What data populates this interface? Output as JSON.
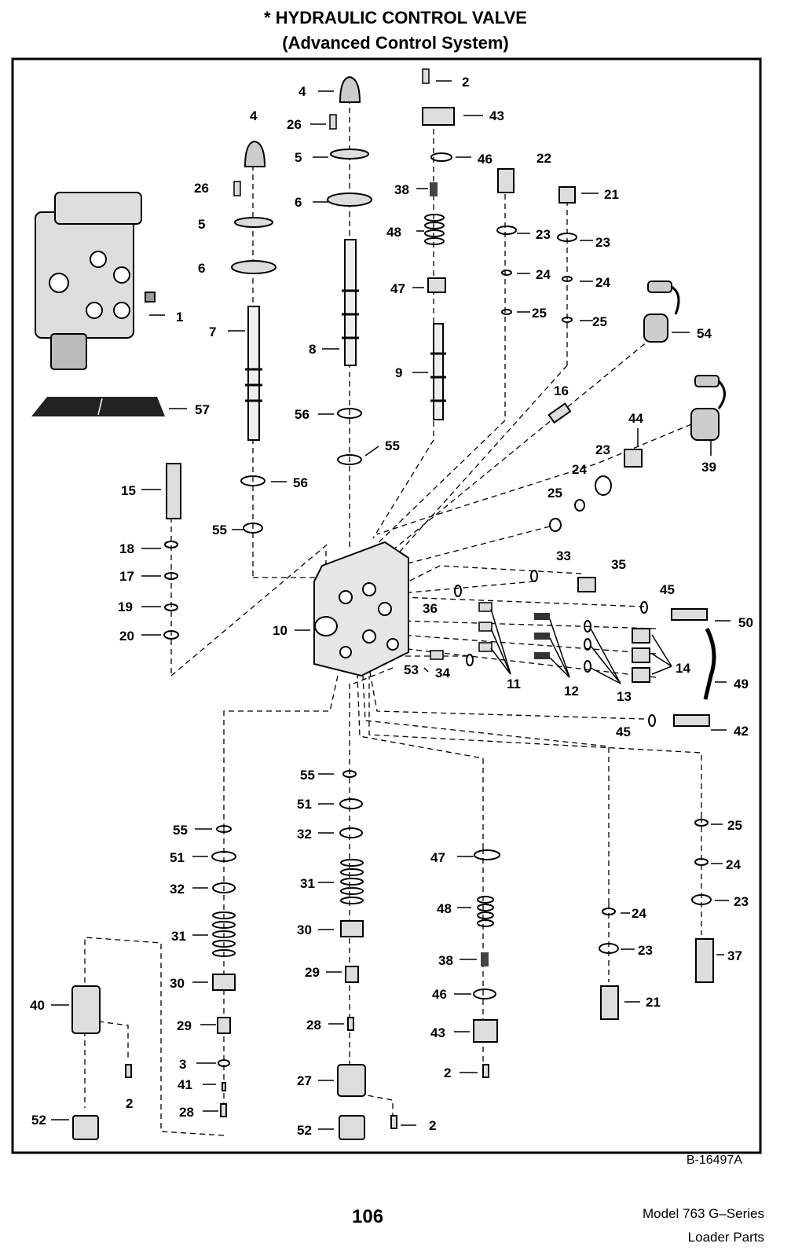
{
  "title": "* HYDRAULIC CONTROL VALVE",
  "subtitle": "(Advanced Control System)",
  "figure_ref": "B-16497A",
  "page_number": "106",
  "footer_line1": "Model 763 G–Series",
  "footer_line2": "Loader Parts",
  "callouts": [
    {
      "id": "c2a",
      "text": "2"
    },
    {
      "id": "c43a",
      "text": "43"
    },
    {
      "id": "c4a",
      "text": "4"
    },
    {
      "id": "c4b",
      "text": "4"
    },
    {
      "id": "c26a",
      "text": "26"
    },
    {
      "id": "c26b",
      "text": "26"
    },
    {
      "id": "c5a",
      "text": "5"
    },
    {
      "id": "c5b",
      "text": "5"
    },
    {
      "id": "c46a",
      "text": "46"
    },
    {
      "id": "c22",
      "text": "22"
    },
    {
      "id": "c21a",
      "text": "21"
    },
    {
      "id": "c38a",
      "text": "38"
    },
    {
      "id": "c6a",
      "text": "6"
    },
    {
      "id": "c6b",
      "text": "6"
    },
    {
      "id": "c48a",
      "text": "48"
    },
    {
      "id": "c23a",
      "text": "23"
    },
    {
      "id": "c23b",
      "text": "23"
    },
    {
      "id": "c24a",
      "text": "24"
    },
    {
      "id": "c24b",
      "text": "24"
    },
    {
      "id": "c47a",
      "text": "47"
    },
    {
      "id": "c25a",
      "text": "25"
    },
    {
      "id": "c25b",
      "text": "25"
    },
    {
      "id": "c1",
      "text": "1"
    },
    {
      "id": "c7",
      "text": "7"
    },
    {
      "id": "c8",
      "text": "8"
    },
    {
      "id": "c9",
      "text": "9"
    },
    {
      "id": "c54",
      "text": "54"
    },
    {
      "id": "c16",
      "text": "16"
    },
    {
      "id": "c57",
      "text": "57"
    },
    {
      "id": "c56a",
      "text": "56"
    },
    {
      "id": "c44",
      "text": "44"
    },
    {
      "id": "c23c",
      "text": "23"
    },
    {
      "id": "c39",
      "text": "39"
    },
    {
      "id": "c55a",
      "text": "55"
    },
    {
      "id": "c24c",
      "text": "24"
    },
    {
      "id": "c15",
      "text": "15"
    },
    {
      "id": "c56b",
      "text": "56"
    },
    {
      "id": "c25c",
      "text": "25"
    },
    {
      "id": "c55b",
      "text": "55"
    },
    {
      "id": "c18",
      "text": "18"
    },
    {
      "id": "c33",
      "text": "33"
    },
    {
      "id": "c35",
      "text": "35"
    },
    {
      "id": "c17",
      "text": "17"
    },
    {
      "id": "c45a",
      "text": "45"
    },
    {
      "id": "c36",
      "text": "36"
    },
    {
      "id": "c19",
      "text": "19"
    },
    {
      "id": "c10",
      "text": "10"
    },
    {
      "id": "c50",
      "text": "50"
    },
    {
      "id": "c20",
      "text": "20"
    },
    {
      "id": "c14",
      "text": "14"
    },
    {
      "id": "c53",
      "text": "53"
    },
    {
      "id": "c34",
      "text": "34"
    },
    {
      "id": "c11",
      "text": "11"
    },
    {
      "id": "c12",
      "text": "12"
    },
    {
      "id": "c13",
      "text": "13"
    },
    {
      "id": "c49",
      "text": "49"
    },
    {
      "id": "c45b",
      "text": "45"
    },
    {
      "id": "c42",
      "text": "42"
    },
    {
      "id": "c55c",
      "text": "55"
    },
    {
      "id": "c51a",
      "text": "51"
    },
    {
      "id": "c55d",
      "text": "55"
    },
    {
      "id": "c25d",
      "text": "25"
    },
    {
      "id": "c32a",
      "text": "32"
    },
    {
      "id": "c51b",
      "text": "51"
    },
    {
      "id": "c47b",
      "text": "47"
    },
    {
      "id": "c24d",
      "text": "24"
    },
    {
      "id": "c32b",
      "text": "32"
    },
    {
      "id": "c31a",
      "text": "31"
    },
    {
      "id": "c23d",
      "text": "23"
    },
    {
      "id": "c48b",
      "text": "48"
    },
    {
      "id": "c24e",
      "text": "24"
    },
    {
      "id": "c31b",
      "text": "31"
    },
    {
      "id": "c30a",
      "text": "30"
    },
    {
      "id": "c23e",
      "text": "23"
    },
    {
      "id": "c37",
      "text": "37"
    },
    {
      "id": "c38b",
      "text": "38"
    },
    {
      "id": "c29a",
      "text": "29"
    },
    {
      "id": "c30b",
      "text": "30"
    },
    {
      "id": "c46b",
      "text": "46"
    },
    {
      "id": "c40",
      "text": "40"
    },
    {
      "id": "c21b",
      "text": "21"
    },
    {
      "id": "c29b",
      "text": "29"
    },
    {
      "id": "c28a",
      "text": "28"
    },
    {
      "id": "c43b",
      "text": "43"
    },
    {
      "id": "c3",
      "text": "3"
    },
    {
      "id": "c27",
      "text": "27"
    },
    {
      "id": "c2b",
      "text": "2"
    },
    {
      "id": "c41",
      "text": "41"
    },
    {
      "id": "c2c",
      "text": "2"
    },
    {
      "id": "c28b",
      "text": "28"
    },
    {
      "id": "c52a",
      "text": "52"
    },
    {
      "id": "c2d",
      "text": "2"
    },
    {
      "id": "c52b",
      "text": "52"
    }
  ]
}
